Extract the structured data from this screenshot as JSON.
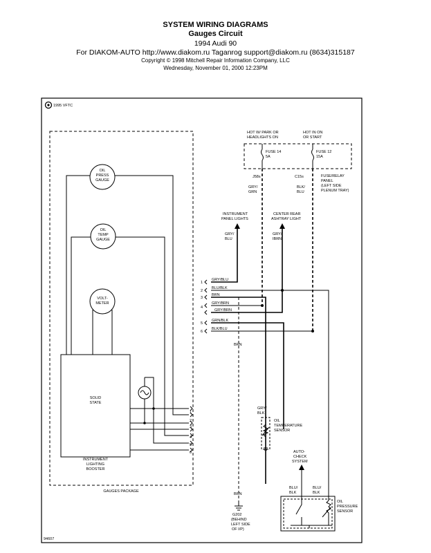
{
  "header": {
    "title": "SYSTEM WIRING DIAGRAMS",
    "subtitle": "Gauges Circuit",
    "vehicle": "1994 Audi 90",
    "source": "For DIAKOM-AUTO http://www.diakom.ru Taganrog support@diakom.ru (8634)315187",
    "copyright": "Copyright © 1998 Mitchell Repair Information Company, LLC",
    "date": "Wednesday, November 01, 2000  12:23PM"
  },
  "diagram": {
    "vftc": "1995 VFTC",
    "hot_park": [
      "HOT W/ PARK OR",
      "HEADLIGHTS ON"
    ],
    "hot_run": [
      "HOT IN ON",
      "OR START"
    ],
    "fuse14": [
      "FUSE 14",
      "5A"
    ],
    "fuse12": [
      "FUSE 12",
      "15A"
    ],
    "fuse_panel": [
      "FUSE/RELAY",
      "PANEL",
      "(LEFT SIDE",
      "PLENUM TRAY)"
    ],
    "j58s": "J58s",
    "c15s": "C15s",
    "gry_grn": [
      "GRY/",
      "GRN"
    ],
    "blk_blu": [
      "BLK/",
      "BLU"
    ],
    "instrument_panel_lights": [
      "INSTRUMENT",
      "PANEL LIGHTS"
    ],
    "center_rear_ashtray": [
      "CENTER REAR",
      "ASHTRAY LIGHT"
    ],
    "gry_blu": [
      "GRY/",
      "BLU"
    ],
    "gry_brn": [
      "GRY/",
      "IBRN"
    ],
    "oil_press_gauge": [
      "OIL",
      "PRESS",
      "GAUGE"
    ],
    "oil_temp_gauge": [
      "OIL",
      "TEMP",
      "GAUGE"
    ],
    "voltmeter": [
      "VOLT-",
      "METER"
    ],
    "solid_state": [
      "SOLID",
      "STATE"
    ],
    "booster": [
      "INSTRUMENT",
      "LIGHTING",
      "BOOSTER"
    ],
    "gauges_package": "GAUGES PACKAGE",
    "connector_pins": [
      "1",
      "2",
      "3",
      "4",
      "5",
      "6"
    ],
    "connector_wires": [
      "GRY/BLU",
      "BLU/BLK",
      "BRN",
      "GRY/BRN",
      "GRY/BRN",
      "GRN/BLK",
      "BLK/BLU"
    ],
    "brn1": "BRN",
    "brn2": "BRN",
    "gry_blk": [
      "GRY/",
      "BLK"
    ],
    "oil_temp_sensor": [
      "OIL",
      "TEMPERATURE",
      "SENSOR"
    ],
    "auto_check": [
      "AUTO-",
      "CHECK",
      "SYSTEM"
    ],
    "blu_blk": [
      "BLU/",
      "BLK"
    ],
    "blu_blk2": [
      "BLU/",
      "BLK"
    ],
    "oil_pressure_sensor": [
      "OIL",
      "PRESSURE",
      "SENSOR"
    ],
    "g202": [
      "G202",
      "(BEHIND",
      "LEFT SIDE",
      "OF I/P)"
    ],
    "figure_id": "94607"
  }
}
